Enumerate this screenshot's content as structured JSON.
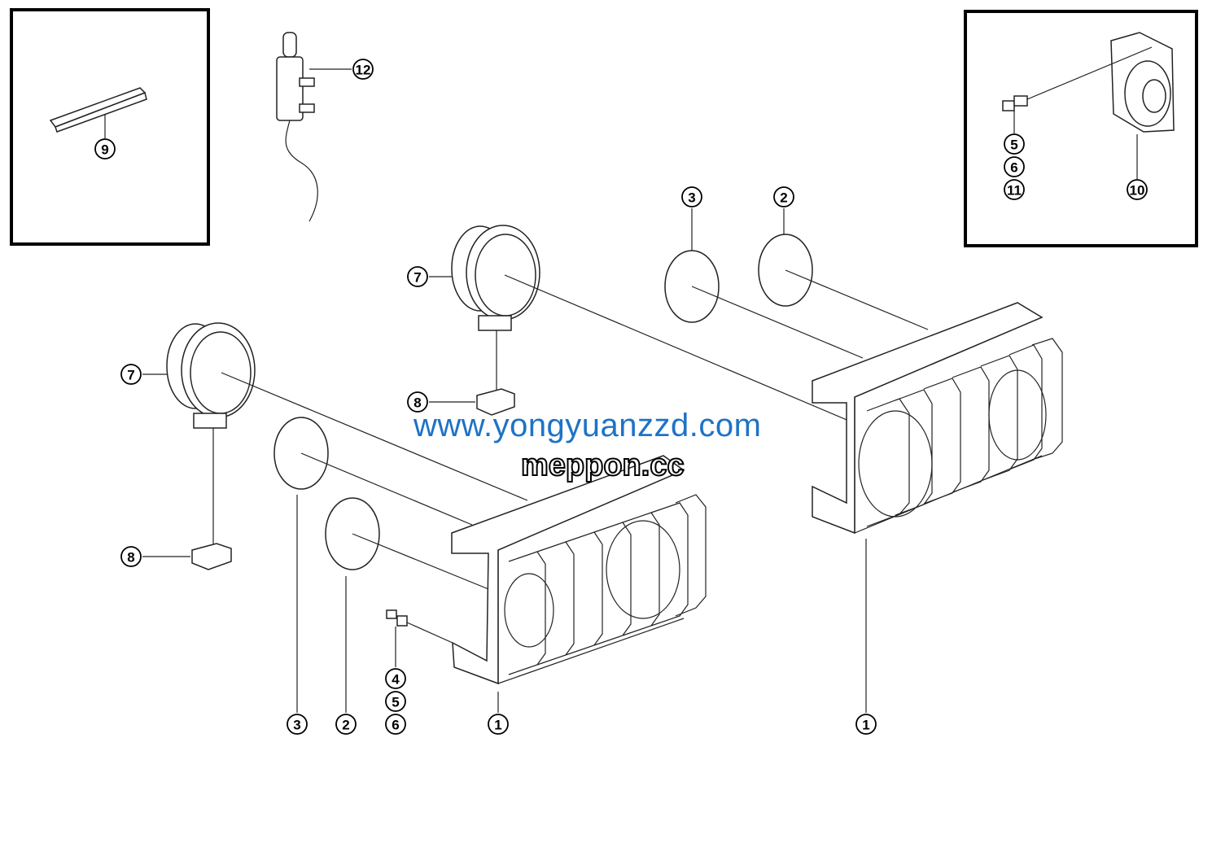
{
  "diagram": {
    "callouts": {
      "inset_left_9": "9",
      "sensor_12": "12",
      "lamp_upper_7": "7",
      "block_upper_8": "8",
      "cover_upper_3": "3",
      "cover_upper_2": "2",
      "lamp_lower_7": "7",
      "block_lower_8": "8",
      "cover_lower_3": "3",
      "cover_lower_2": "2",
      "bolt_4": "4",
      "bolt_5": "5",
      "bolt_6": "6",
      "bracket_left_1": "1",
      "bracket_right_1": "1",
      "inset_right_5": "5",
      "inset_right_6": "6",
      "inset_right_11": "11",
      "inset_right_10": "10"
    },
    "watermark_blue": "www.yongyuanzzd.com",
    "watermark_black": "meppon.cc",
    "colors": {
      "watermark_blue": "#1e73c6",
      "line": "#222222"
    }
  }
}
